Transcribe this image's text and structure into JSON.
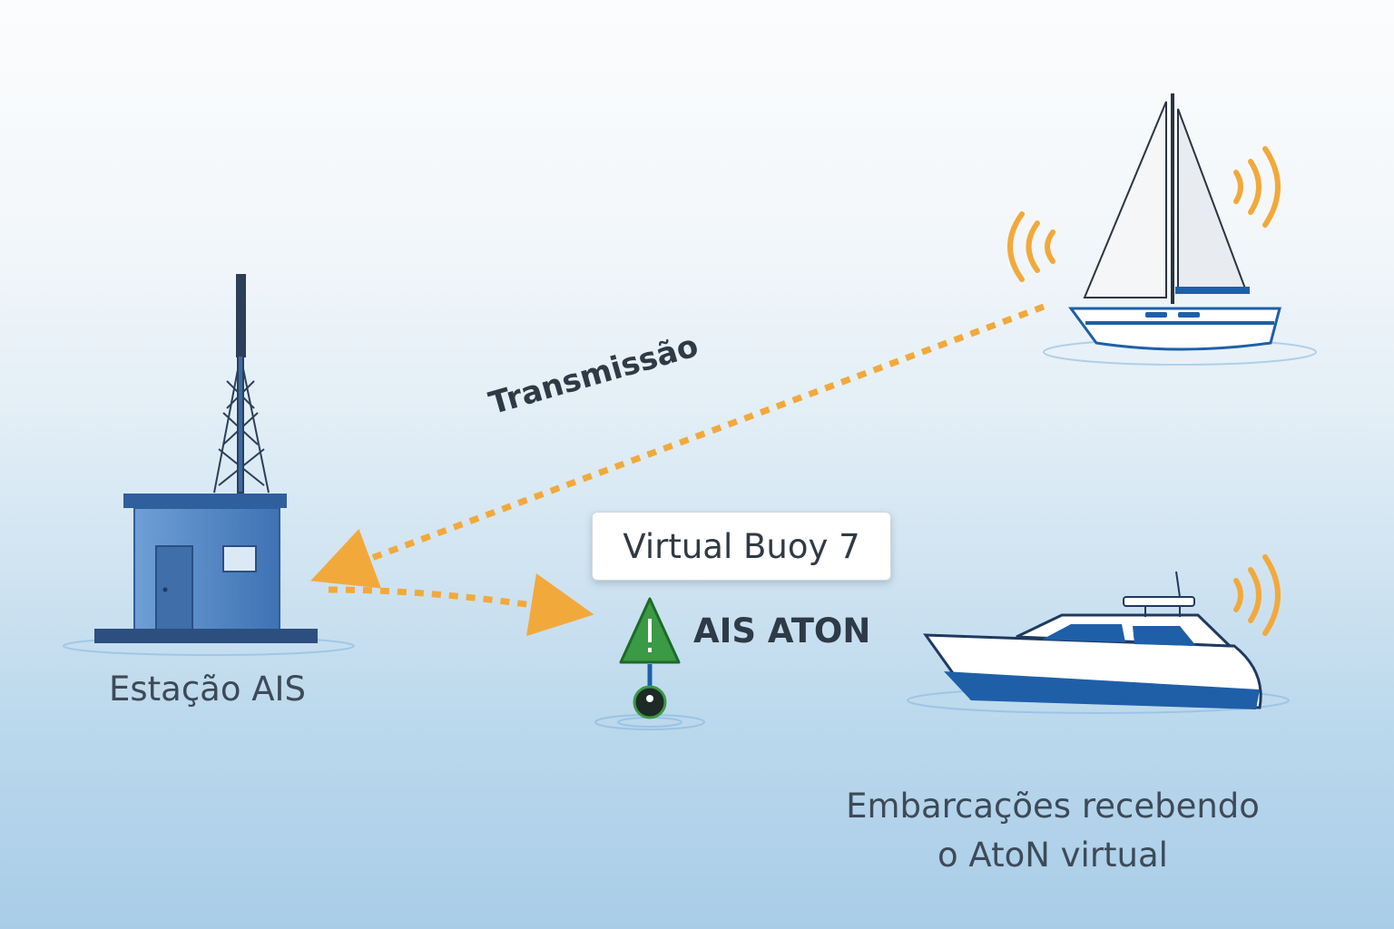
{
  "diagram": {
    "station_label": "Estação AIS",
    "transmission_label": "Transmissão",
    "buoy_name": "Virtual Buoy 7",
    "aton_label": "AIS ATON",
    "vessels_label_line1": "Embarcações recebendo",
    "vessels_label_line2": "o AtoN virtual"
  },
  "icons": {
    "station": "ais-station-building-icon",
    "tower": "antenna-tower-icon",
    "buoy": "warning-triangle-buoy-icon",
    "sailboat": "sailboat-icon",
    "motorboat": "motor-yacht-icon",
    "signal": "radio-signal-waves-icon"
  },
  "colors": {
    "arrow": "#f2a93b",
    "signal": "#f2a93b",
    "station_blue": "#4f86c6",
    "buoy_green": "#2f8c3a",
    "hull_blue": "#1f5fa8"
  }
}
